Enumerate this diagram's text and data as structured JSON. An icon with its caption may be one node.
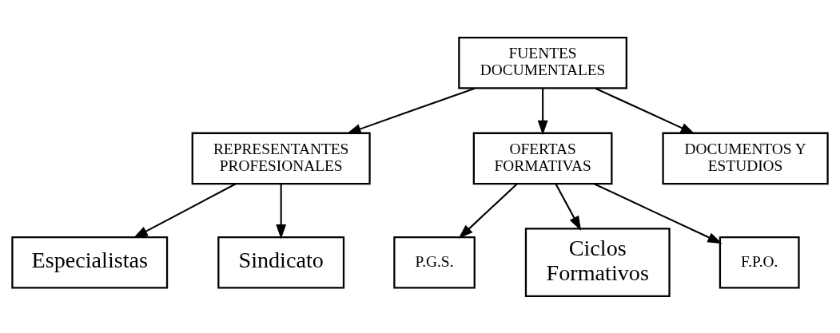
{
  "diagram": {
    "nodes": [
      {
        "text": [
          "FUENTES DOCUMENTALES"
        ]
      },
      {
        "text": [
          "REPRESENTANTES PROFESIONALES"
        ]
      },
      {
        "text": [
          "OFERTAS FORMATIVAS"
        ]
      },
      {
        "text": [
          "DOCUMENTOS Y ESTUDIOS"
        ]
      },
      {
        "text": [
          "Especialistas"
        ]
      },
      {
        "text": [
          "Sindicato"
        ]
      },
      {
        "text": [
          "P.G.S."
        ]
      },
      {
        "text": [
          "Ciclos Formativos"
        ]
      },
      {
        "text": [
          "F.P.O."
        ]
      }
    ],
    "edges": [
      {
        "from": 0,
        "to": 1,
        "arrow": "to"
      },
      {
        "from": 0,
        "to": 2,
        "arrow": "to"
      },
      {
        "from": 0,
        "to": 3,
        "arrow": "to"
      },
      {
        "from": 1,
        "to": 4,
        "arrow": "to"
      },
      {
        "from": 1,
        "to": 5,
        "arrow": "to"
      },
      {
        "from": 2,
        "to": 6,
        "arrow": "to"
      },
      {
        "from": 2,
        "to": 7,
        "arrow": "to"
      },
      {
        "from": 2,
        "to": 8,
        "arrow": "to"
      }
    ]
  }
}
